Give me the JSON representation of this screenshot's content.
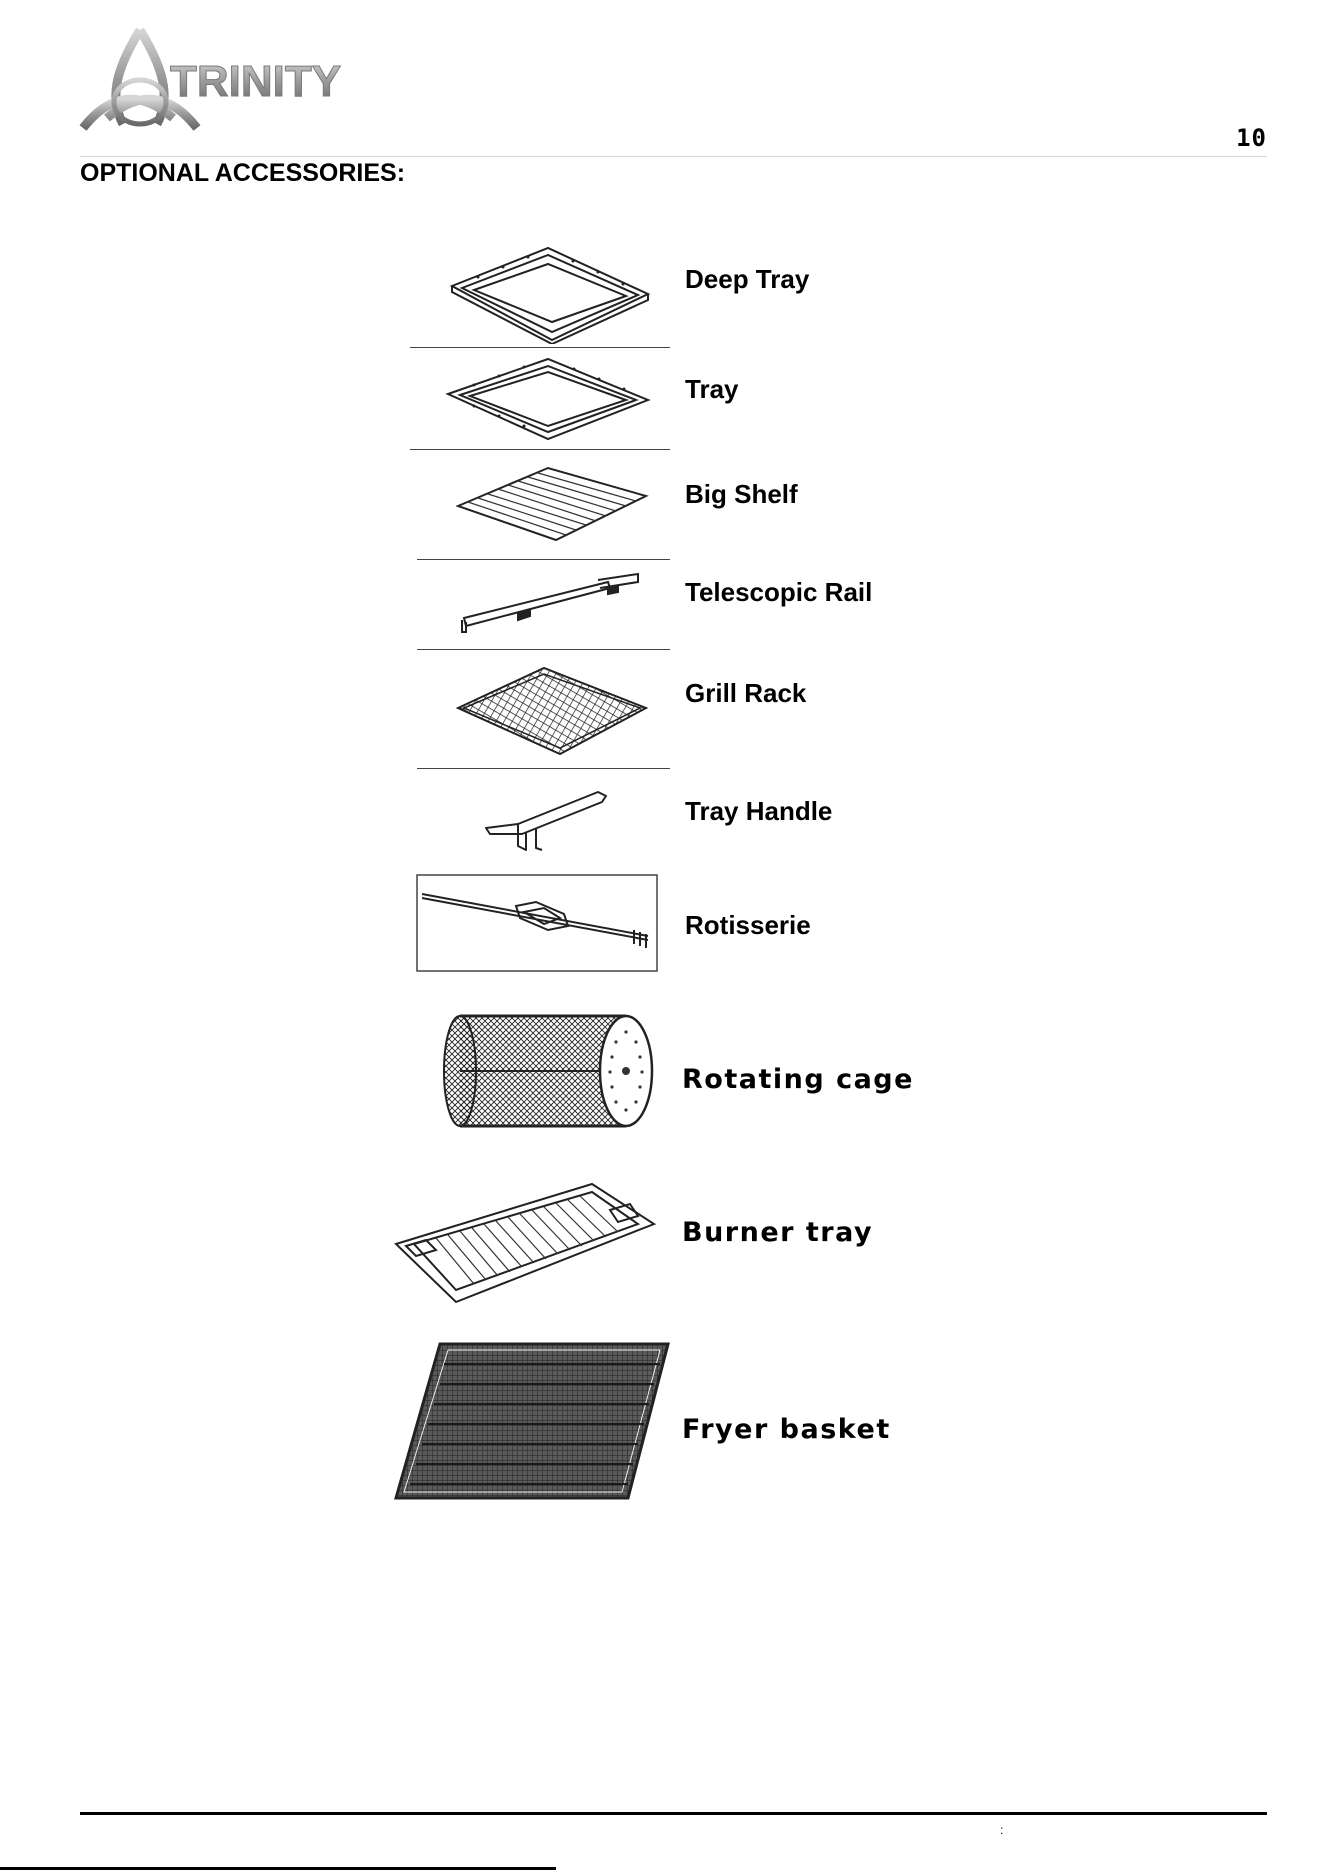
{
  "header": {
    "brand": "TRINITY",
    "page_number": "10"
  },
  "section": {
    "title": "OPTIONAL ACCESSORIES:"
  },
  "accessories": [
    {
      "label": "Deep Tray",
      "icon": "deep-tray-icon"
    },
    {
      "label": "Tray",
      "icon": "tray-icon"
    },
    {
      "label": "Big Shelf",
      "icon": "big-shelf-icon"
    },
    {
      "label": "Telescopic Rail",
      "icon": "telescopic-rail-icon"
    },
    {
      "label": "Grill Rack",
      "icon": "grill-rack-icon"
    },
    {
      "label": "Tray Handle",
      "icon": "tray-handle-icon"
    },
    {
      "label": "Rotisserie",
      "icon": "rotisserie-icon"
    },
    {
      "label": "Rotating cage",
      "icon": "rotating-cage-icon"
    },
    {
      "label": "Burner tray",
      "icon": "burner-tray-icon"
    },
    {
      "label": "Fryer basket",
      "icon": "fryer-basket-icon"
    }
  ],
  "footer": {
    "mark": ":"
  },
  "colors": {
    "logo_gray": "#9a9a9a",
    "logo_dark": "#6e6e6e",
    "line_art": "#222222"
  }
}
